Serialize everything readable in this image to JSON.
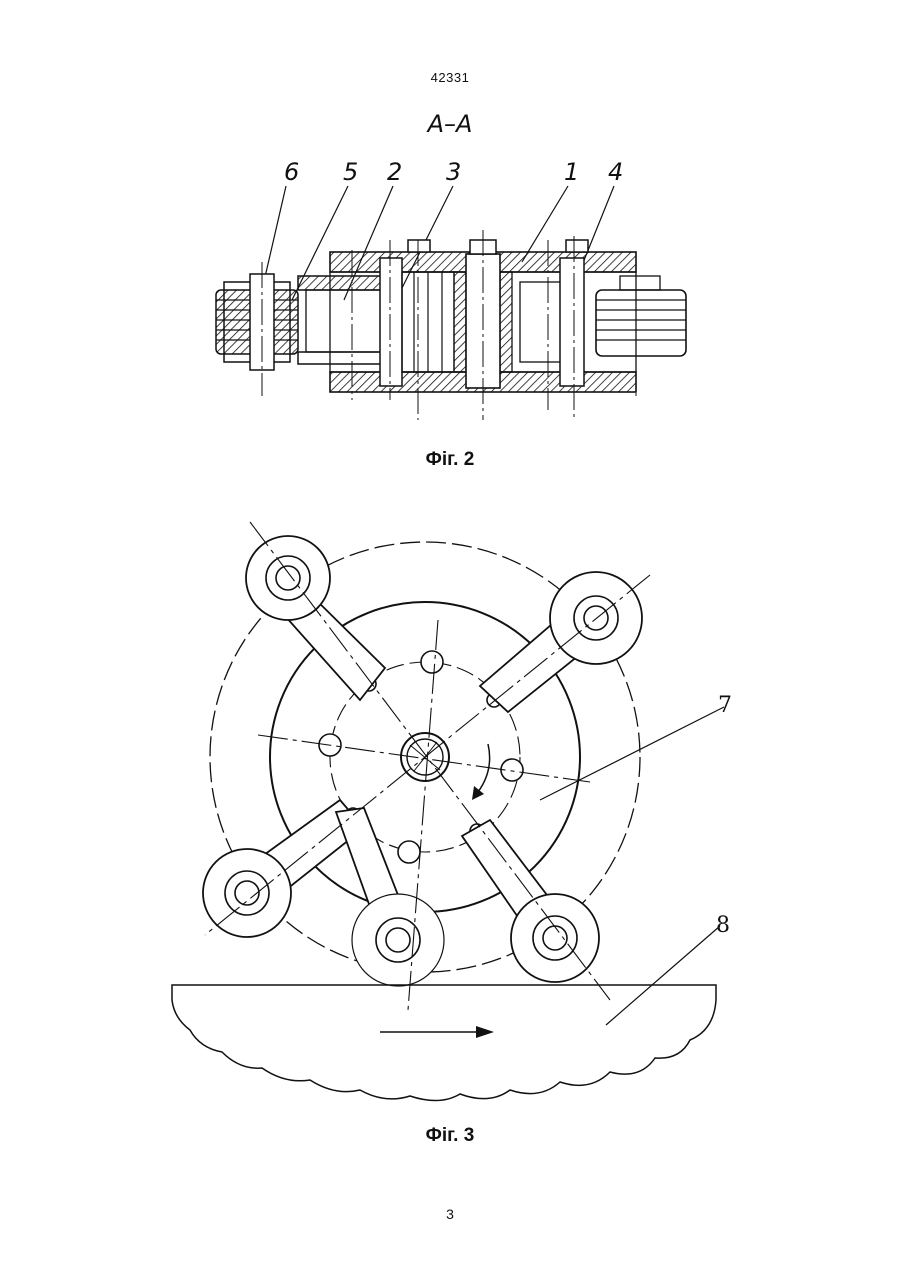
{
  "header": {
    "patent_number": "42331",
    "section": "A–A"
  },
  "figure2": {
    "caption": "Фіг. 2",
    "part_labels": [
      "6",
      "5",
      "2",
      "3",
      "1",
      "4"
    ]
  },
  "figure3": {
    "caption": "Фіг. 3",
    "part_labels": [
      "7",
      "8"
    ]
  },
  "footer": {
    "page_number": "3"
  }
}
